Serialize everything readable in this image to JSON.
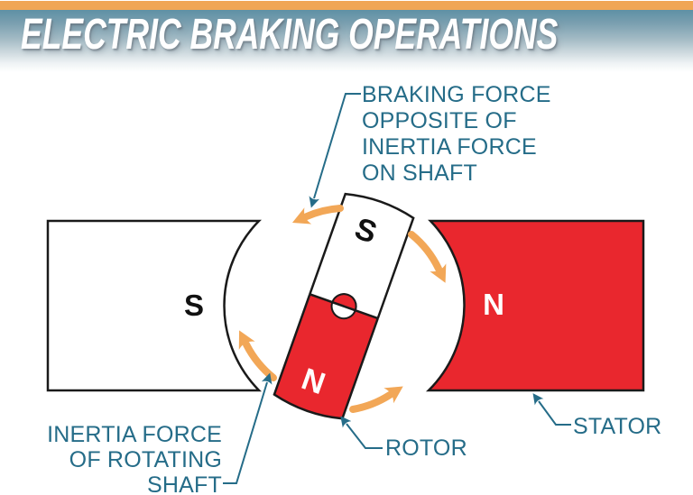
{
  "header": {
    "title": "ELECTRIC BRAKING OPERATIONS"
  },
  "diagram": {
    "stator_left_pole": "S",
    "stator_right_pole": "N",
    "rotor_top_pole": "S",
    "rotor_bottom_pole": "N",
    "labels": {
      "braking_force": {
        "lines": [
          "BRAKING FORCE",
          "OPPOSITE OF",
          "INERTIA FORCE",
          "ON SHAFT"
        ]
      },
      "inertia_force": {
        "lines": [
          "INERTIA FORCE",
          "OF ROTATING",
          "SHAFT"
        ]
      },
      "rotor": "ROTOR",
      "stator": "STATOR"
    },
    "arrows": {
      "braking_direction": "counterclockwise",
      "inertia_direction": "clockwise"
    },
    "colors": {
      "accent_bar_orange": "#F0A655",
      "arrow_orange": "#F2A757",
      "pole_red": "#E9272E",
      "label_teal": "#256C88",
      "outline_black": "#1A1A1A",
      "header_gradient_top": "#5E90A5"
    }
  }
}
